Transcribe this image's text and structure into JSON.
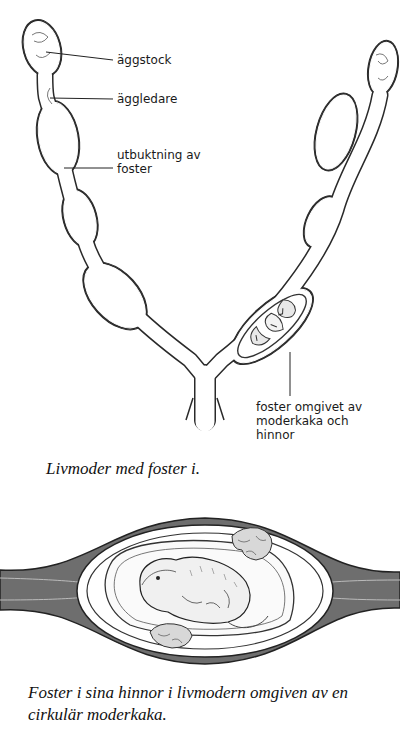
{
  "diagram": {
    "labels": [
      "äggstock",
      "äggledare",
      "utbuktning av foster",
      "foster omgivet av moderkaka och hinnor",
      "Livmoder med foster i.",
      "Foster i sina hinnor i livmodern omgiven av en cirkulär moderkaka."
    ]
  }
}
